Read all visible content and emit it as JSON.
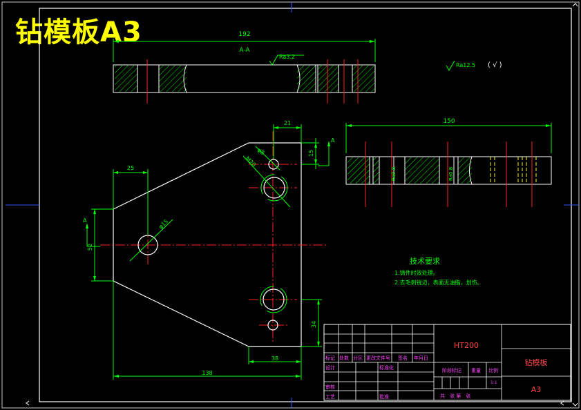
{
  "title": "钻模板A3",
  "section_label": "A-A",
  "section_mark": "A",
  "dims": {
    "top_width": "192",
    "right_width": "150",
    "d21": "21",
    "d25": "25",
    "d15": "15",
    "d52": "52",
    "d34": "34",
    "d38": "38",
    "d138": "138",
    "phi8": "φ8",
    "m20": "M20",
    "phi15": "φ15"
  },
  "roughness": {
    "section": "Ra3.2",
    "general": "Ra12.5",
    "general_suffix": "( √ )",
    "r1": "Ra0.8",
    "r2": "Ra0.8"
  },
  "tech": {
    "heading": "技术要求",
    "line1": "1.铸件时效处理。",
    "line2": "2.去毛刺锐边，表面无油脂，划伤。"
  },
  "title_block": {
    "material": "HT200",
    "part_name": "钻模板",
    "sheet_size": "A3",
    "scale_mark": "1:1",
    "h_mark": "标记",
    "h_count": "处数",
    "h_zone": "分区",
    "h_doc": "更改文件号",
    "h_sign": "签名",
    "h_date": "年月日",
    "design": "设计",
    "std": "标准化",
    "check": "审核",
    "craft": "工艺",
    "approve": "批准",
    "stage": "阶段标记",
    "weight": "重量",
    "ratio": "比例",
    "sheets": "共　张 第　张"
  }
}
